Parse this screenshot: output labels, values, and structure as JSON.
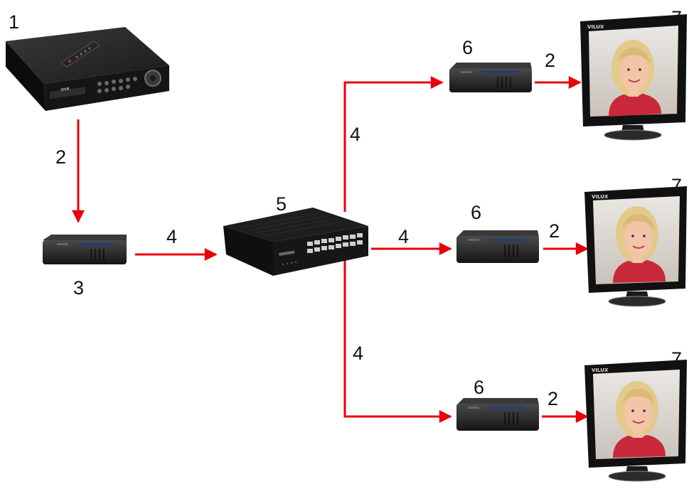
{
  "diagram": {
    "colors": {
      "arrow": "#e8000b",
      "device_body": "#1c1c1c",
      "device_highlight": "#4a4a4a",
      "monitor_frame": "#111111",
      "screen_background": "#d9d4cf",
      "skin": "#f2c5a8",
      "hair": "#e3c98a",
      "shirt": "#c8283a"
    },
    "labels": {
      "dvr": "1",
      "cable_hdmi": "2",
      "transmitter": "3",
      "cable_utp": "4",
      "switch": "5",
      "receiver": "6",
      "monitor": "7"
    },
    "monitor_brand": "VILUX",
    "icons": {
      "dvr": "dvr-recorder-icon",
      "remote": "remote-control-icon",
      "transmitter": "hdmi-extender-transmitter-icon",
      "switch": "network-switch-icon",
      "receiver": "hdmi-extender-receiver-icon",
      "monitor": "lcd-monitor-icon"
    }
  }
}
